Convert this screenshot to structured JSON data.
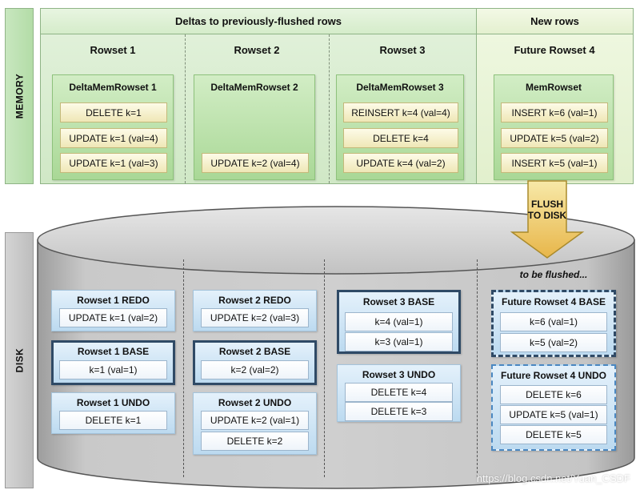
{
  "labels": {
    "memory": "MEMORY",
    "disk": "DISK"
  },
  "memory": {
    "deltas_header": "Deltas to previously-flushed rows",
    "new_rows_header": "New rows",
    "columns": [
      {
        "title": "Rowset 1",
        "box_title": "DeltaMemRowset 1",
        "items": [
          "DELETE k=1",
          "UPDATE k=1 (val=4)",
          "UPDATE k=1 (val=3)"
        ]
      },
      {
        "title": "Rowset 2",
        "box_title": "DeltaMemRowset 2",
        "items": [
          "UPDATE k=2 (val=4)"
        ]
      },
      {
        "title": "Rowset 3",
        "box_title": "DeltaMemRowset 3",
        "items": [
          "REINSERT k=4 (val=4)",
          "DELETE k=4",
          "UPDATE k=4 (val=2)"
        ]
      },
      {
        "title": "Future Rowset 4",
        "box_title": "MemRowset",
        "items": [
          "INSERT k=6 (val=1)",
          "UPDATE k=5 (val=2)",
          "INSERT k=5 (val=1)"
        ]
      }
    ]
  },
  "flush": {
    "line1": "FLUSH",
    "line2": "TO DISK"
  },
  "disk": {
    "to_be_flushed": "to be flushed...",
    "rowset1": {
      "redo": {
        "title": "Rowset 1 REDO",
        "items": [
          "UPDATE k=1 (val=2)"
        ]
      },
      "base": {
        "title": "Rowset 1 BASE",
        "items": [
          "k=1 (val=1)"
        ]
      },
      "undo": {
        "title": "Rowset 1 UNDO",
        "items": [
          "DELETE k=1"
        ]
      }
    },
    "rowset2": {
      "redo": {
        "title": "Rowset 2 REDO",
        "items": [
          "UPDATE k=2 (val=3)"
        ]
      },
      "base": {
        "title": "Rowset 2 BASE",
        "items": [
          "k=2 (val=2)"
        ]
      },
      "undo": {
        "title": "Rowset 2 UNDO",
        "items": [
          "UPDATE k=2 (val=1)",
          "DELETE k=2"
        ]
      }
    },
    "rowset3": {
      "base": {
        "title": "Rowset 3 BASE",
        "items": [
          "k=4 (val=1)",
          "k=3 (val=1)"
        ]
      },
      "undo": {
        "title": "Rowset 3 UNDO",
        "items": [
          "DELETE k=4",
          "DELETE k=3"
        ]
      }
    },
    "rowset4": {
      "base": {
        "title": "Future Rowset 4 BASE",
        "items": [
          "k=6 (val=1)",
          "k=5 (val=2)"
        ]
      },
      "undo": {
        "title": "Future Rowset 4 UNDO",
        "items": [
          "DELETE k=6",
          "UPDATE k=5 (val=1)",
          "DELETE k=5"
        ]
      }
    }
  },
  "watermark": "https://blog.csdn.net/Yuan_CSDF"
}
